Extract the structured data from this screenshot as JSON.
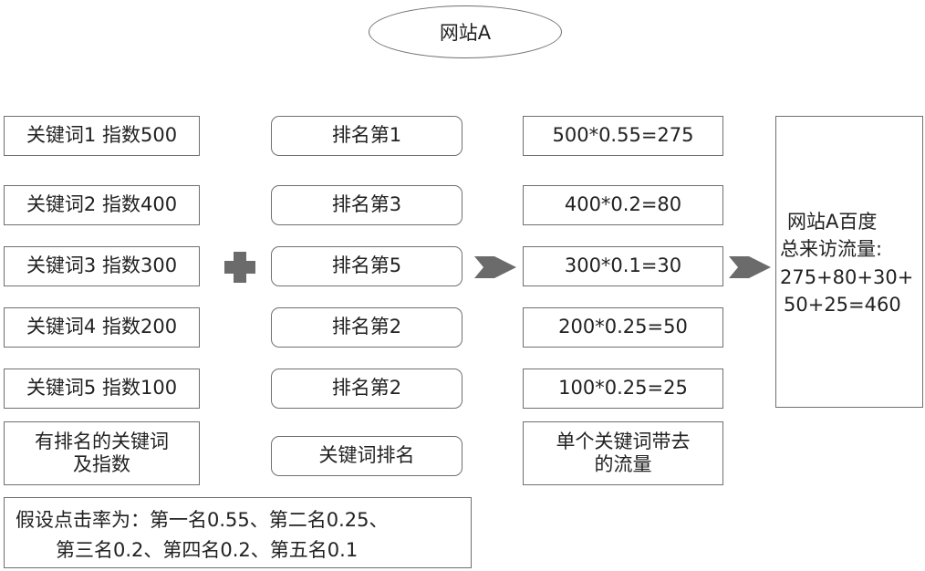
{
  "site": {
    "title": "网站A"
  },
  "keywords": [
    "关键词1 指数500",
    "关键词2 指数400",
    "关键词3 指数300",
    "关键词4 指数200",
    "关键词5 指数100"
  ],
  "keywords_caption": [
    "有排名的关键词",
    "及指数"
  ],
  "rankings": [
    "排名第1",
    "排名第3",
    "排名第5",
    "排名第2",
    "排名第2"
  ],
  "rankings_caption": "关键词排名",
  "traffic": [
    "500*0.55=275",
    "400*0.2=80",
    "300*0.1=30",
    "200*0.25=50",
    "100*0.25=25"
  ],
  "traffic_caption": [
    "单个关键词带去",
    "的流量"
  ],
  "total": [
    "网站A百度",
    "总来访流量:",
    "275+80+30+",
    "50+25=460"
  ],
  "assumption": [
    "假设点击率为：第一名0.55、第二名0.25、",
    "第三名0.2、第四名0.2、第五名0.1"
  ],
  "colors": {
    "border": "#6f6f6f",
    "arrow": "#6b6b6b",
    "plus": "#6b6b6b"
  }
}
